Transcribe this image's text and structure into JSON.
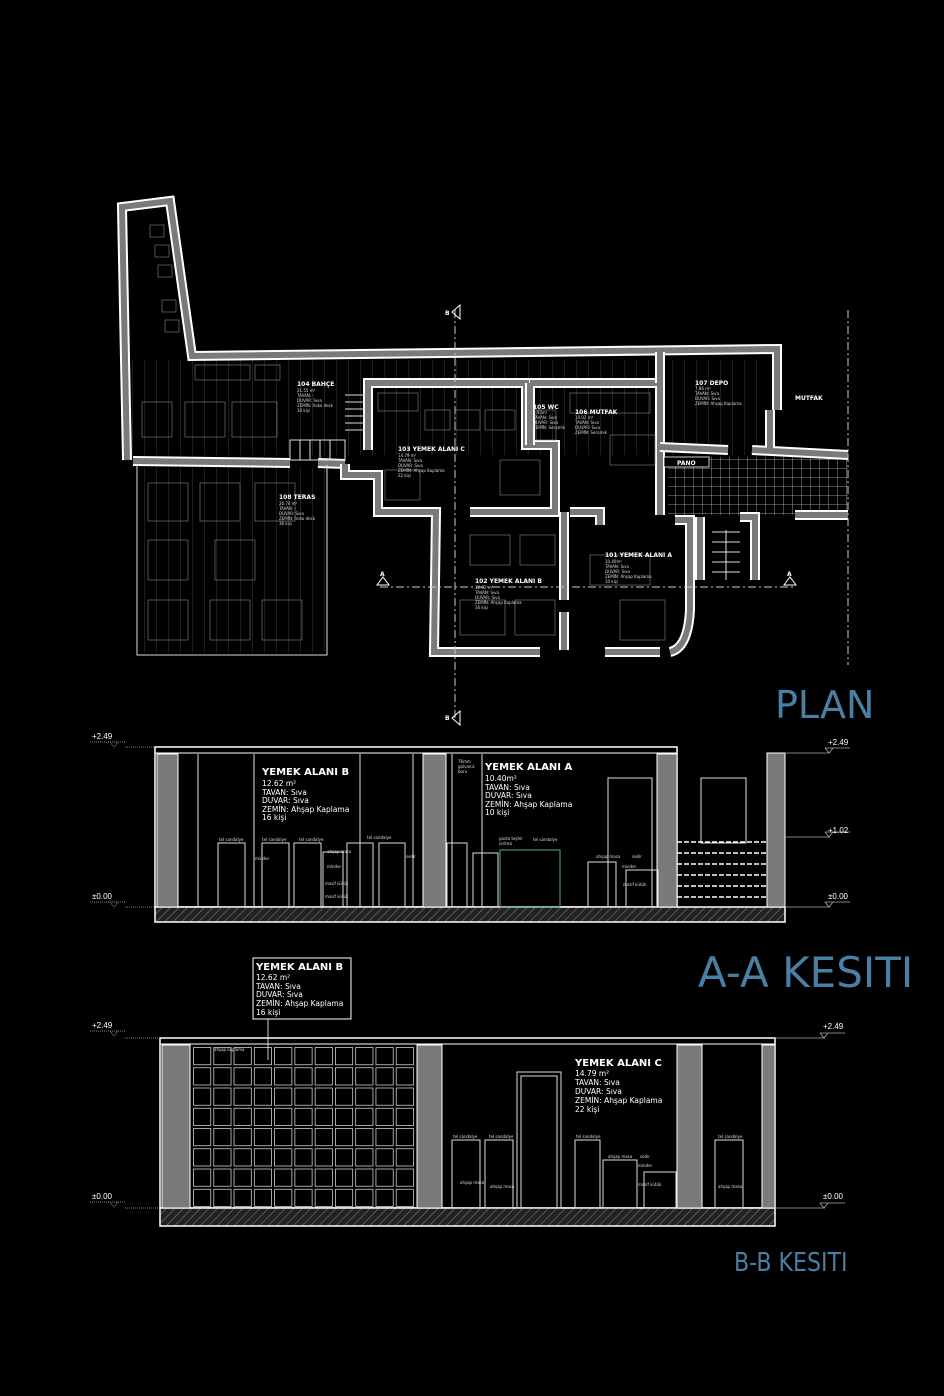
{
  "titles": {
    "plan": "PLAN",
    "section_aa": "A-A KESITI",
    "section_bb": "B-B KESITI"
  },
  "section_markers": {
    "a": "A",
    "b": "B"
  },
  "colors": {
    "title": "#4a7fa5",
    "wall_fill": "#7a7a7a",
    "line": "#ffffff",
    "background": "#000000"
  },
  "plan_rooms": [
    {
      "name": "104 BAHÇE",
      "area": "21.55 m²",
      "tavan": "TAVAN: -",
      "duvar": "DUVAR: Sıva",
      "zemin": "ZEMİN: İroko deck",
      "kisi": "30 kişi"
    },
    {
      "name": "108 TERAS",
      "area": "26.74 m²",
      "tavan": "TAVAN: -",
      "duvar": "DUVAR: Sıva",
      "zemin": "ZEMİN: İroko deck",
      "kisi": "36 kişi"
    },
    {
      "name": "103 YEMEK ALANI C",
      "area": "14.79 m²",
      "tavan": "TAVAN: Sıva",
      "duvar": "DUVAR: Sıva",
      "zemin": "ZEMİN: Ahşap Kaplama",
      "kisi": "22 kişi"
    },
    {
      "name": "105 WC",
      "area": "1.93m²",
      "tavan": "TAVAN: Sıva",
      "duvar": "DUVAR: Sıva",
      "zemin": "ZEMİN: Seramik",
      "kisi": ""
    },
    {
      "name": "106 MUTFAK",
      "area": "10.02 m²",
      "tavan": "TAVAN: Sıva",
      "duvar": "DUVAR: Sıva",
      "zemin": "ZEMİN: Seramik",
      "kisi": ""
    },
    {
      "name": "107 DEPO",
      "area": "7.86 m²",
      "tavan": "TAVAN: Sıva",
      "duvar": "DUVAR: Sıva",
      "zemin": "ZEMİN: Ahşap Kaplama",
      "kisi": ""
    },
    {
      "name": "102 YEMEK ALANI B",
      "area": "12.62 m²",
      "tavan": "TAVAN: Sıva",
      "duvar": "DUVAR: Sıva",
      "zemin": "ZEMİN: Ahşap Kaplama",
      "kisi": "16 kişi"
    },
    {
      "name": "101 YEMEK ALANI A",
      "area": "10.40m²",
      "tavan": "TAVAN: Sıva",
      "duvar": "DUVAR: Sıva",
      "zemin": "ZEMİN: Ahşap Kaplama",
      "kisi": "10 kişi"
    }
  ],
  "plan_labels": {
    "mutfak": "MUTFAK",
    "pano": "PANO"
  },
  "section_aa": {
    "room_b": {
      "name": "YEMEK ALANI B",
      "area": "12.62 m²",
      "tavan": "TAVAN: Sıva",
      "duvar": "DUVAR: Sıva",
      "zemin": "ZEMİN: Ahşap Kaplama",
      "kisi": "16 kişi"
    },
    "room_a": {
      "name": "YEMEK ALANI A",
      "area": "10.40m²",
      "tavan": "TAVAN: Sıva",
      "duvar": "DUVAR: Sıva",
      "zemin": "ZEMİN: Ahşap Kaplama",
      "kisi": "10 kişi"
    },
    "elev_top_left": "+2.49",
    "elev_bottom_left": "±0.00",
    "elev_top_right": "+2.49",
    "elev_mid_right": "+1.02",
    "elev_bottom_right": "±0.00",
    "notes": {
      "tel1": "tel sandalye",
      "tel2": "tel sandalye",
      "tel3": "tel sandalye",
      "tel4": "tel sandalye",
      "minder1": "minder",
      "minder2": "minder",
      "masa": "ahşap masa",
      "kutuk1": "masif kütük",
      "kutuk2": "masif kütük",
      "sedir": "sedir",
      "boru": "76mm galvaniz boru",
      "pasta": "pasta teşhir ünitesi",
      "tel5": "tel sandalye",
      "masa2": "ahşap masa",
      "sedir2": "sedir",
      "minder3": "minder",
      "kutuk3": "masif kütük"
    }
  },
  "section_bb": {
    "room_b": {
      "name": "YEMEK ALANI B",
      "area": "12.62 m²",
      "tavan": "TAVAN: Sıva",
      "duvar": "DUVAR: Sıva",
      "zemin": "ZEMİN: Ahşap Kaplama",
      "kisi": "16 kişi"
    },
    "room_c": {
      "name": "YEMEK ALANI C",
      "area": "14.79 m²",
      "tavan": "TAVAN: Sıva",
      "duvar": "DUVAR: Sıva",
      "zemin": "ZEMİN: Ahşap Kaplama",
      "kisi": "22 kişi"
    },
    "elev_top_left": "+2.49",
    "elev_bottom_left": "±0.00",
    "elev_top_right": "+2.49",
    "elev_bottom_right": "±0.00",
    "notes": {
      "kaplama": "ahşap kaplama",
      "tel1": "tel sandalye",
      "tel2": "tel sandalye",
      "tel3": "tel sandalye",
      "tel4": "tel sandalye",
      "masa1": "ahşap masa",
      "masa2": "ahşap masa",
      "masa3": "ahşap masa",
      "masa4": "ahşap masa",
      "sedir": "sedir",
      "minder": "minder",
      "kutuk": "masif kütük"
    }
  }
}
